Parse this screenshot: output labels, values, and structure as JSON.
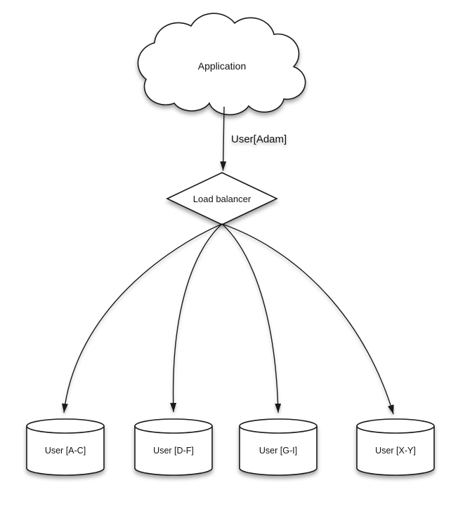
{
  "nodes": {
    "application": {
      "label": "Application",
      "shape": "cloud"
    },
    "load_balancer": {
      "label": "Load balancer",
      "shape": "diamond"
    },
    "shards": [
      {
        "label": "User [A-C]",
        "shape": "cylinder"
      },
      {
        "label": "User [D-F]",
        "shape": "cylinder"
      },
      {
        "label": "User [G-I]",
        "shape": "cylinder"
      },
      {
        "label": "User [X-Y]",
        "shape": "cylinder"
      }
    ]
  },
  "edges": {
    "app_to_lb": {
      "from": "Application",
      "to": "Load balancer",
      "label": "User[Adam]"
    },
    "lb_to_shards": [
      {
        "from": "Load balancer",
        "to": "User [A-C]"
      },
      {
        "from": "Load balancer",
        "to": "User [D-F]"
      },
      {
        "from": "Load balancer",
        "to": "User [G-I]"
      },
      {
        "from": "Load balancer",
        "to": "User [X-Y]"
      }
    ]
  },
  "colors": {
    "stroke": "#1a1a1a",
    "fill": "#ffffff",
    "text": "#111111",
    "background": "#ffffff"
  }
}
